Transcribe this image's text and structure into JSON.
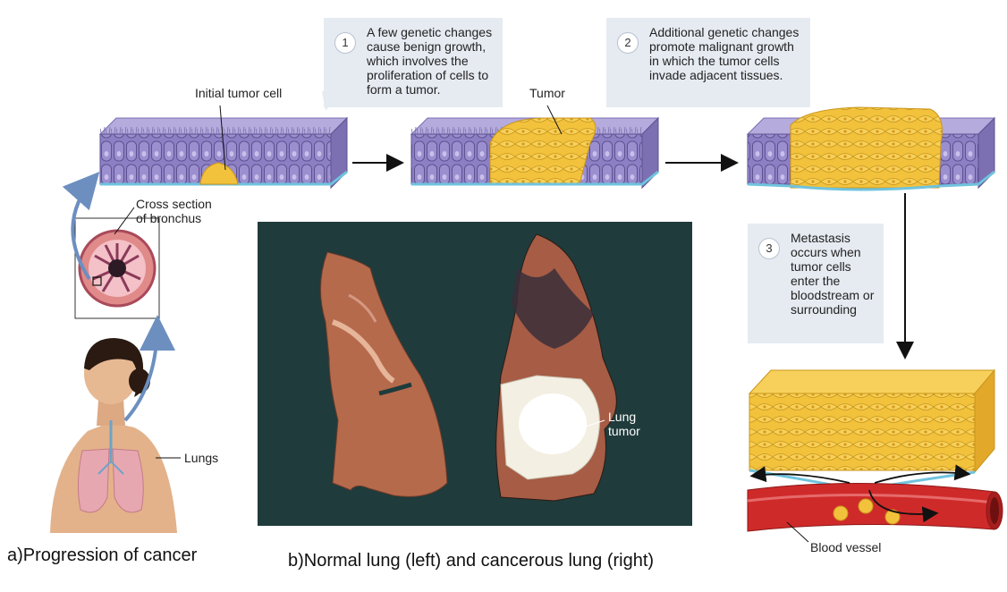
{
  "steps": [
    {
      "number": "1",
      "text": "A few genetic changes cause benign growth, which involves the proliferation of cells to form a tumor."
    },
    {
      "number": "2",
      "text": "Additional genetic changes promote malignant growth in which the tumor cells invade adjacent tissues."
    },
    {
      "number": "3",
      "text": "Metastasis occurs when tumor cells enter the bloodstream or surrounding"
    }
  ],
  "labels": {
    "initial_tumor_cell": "Initial tumor cell",
    "tumor": "Tumor",
    "cross_section": "Cross section of bronchus",
    "lungs": "Lungs",
    "lung_tumor": "Lung tumor",
    "blood_vessel": "Blood vessel"
  },
  "captions": {
    "a": "a)Progression of cancer",
    "b": "b)Normal lung (left) and cancerous lung (right)"
  },
  "colors": {
    "epithelium": "#8d7fc4",
    "epithelium_top": "#b5abdc",
    "tumor": "#f2c23c",
    "basement_membrane": "#6fc3de",
    "blood_vessel": "#cf2a2a",
    "photo_background": "#1f3b3b",
    "callout_background": "#e6ebf2"
  }
}
